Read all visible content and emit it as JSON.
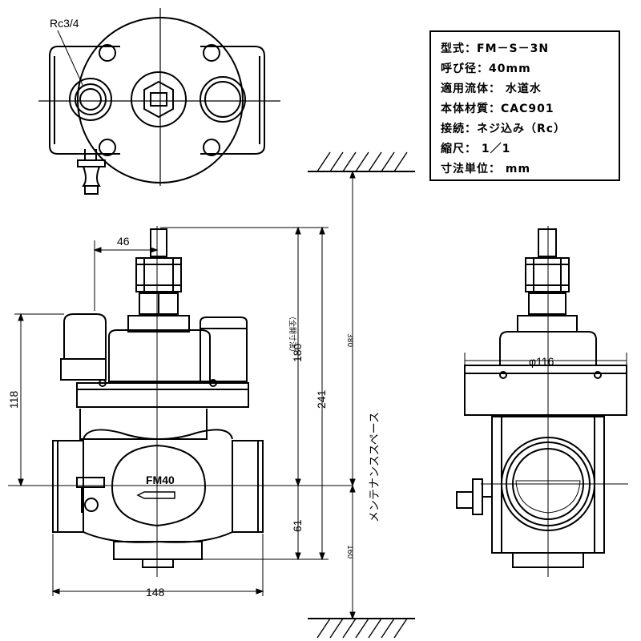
{
  "spec_table": {
    "rows": [
      {
        "key": "型式",
        "value": "FM－S－3N"
      },
      {
        "key": "呼び径",
        "value": "40mm"
      },
      {
        "key": "適用流体",
        "value": " 水道水"
      },
      {
        "key": "本体材質",
        "value": "CAC901"
      },
      {
        "key": "接続",
        "value": "ネジ込み（Rc）"
      },
      {
        "key": "縮尺",
        "value": " 1／1"
      },
      {
        "key": "寸法単位",
        "value": " mm"
      }
    ]
  },
  "labels": {
    "thread": "Rc3/4",
    "body_mark": "FM40",
    "maintenance_space": "メンテナンススペース",
    "full_open_note": "（全開寸法）"
  },
  "dimensions": {
    "d46": "46",
    "d118": "118",
    "d180": "180",
    "d241": "241",
    "d61": "61",
    "d148": "148",
    "d380": "380",
    "d160": "160",
    "phi116": "φ116"
  }
}
